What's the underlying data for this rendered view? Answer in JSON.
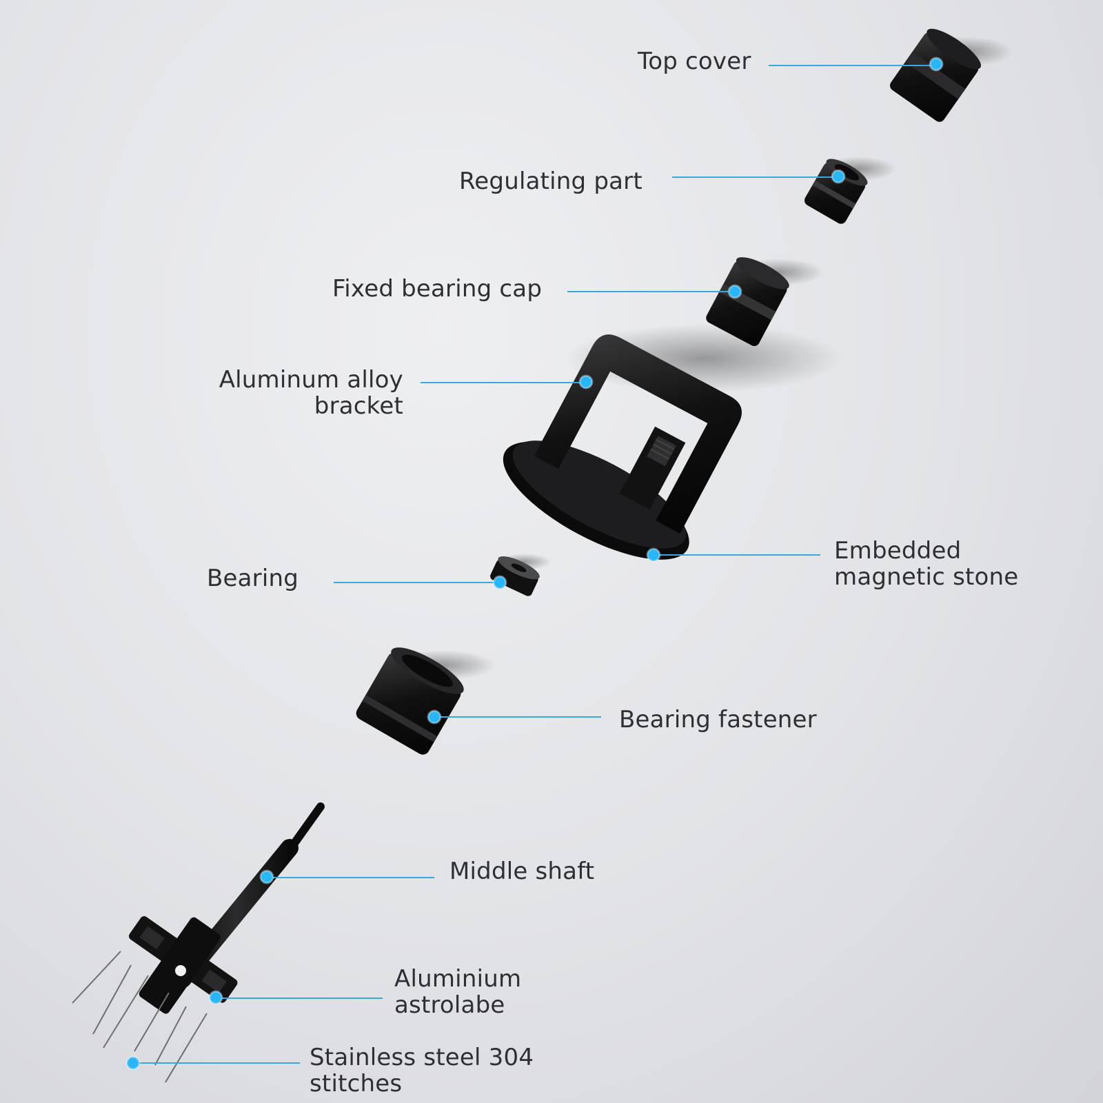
{
  "labels": {
    "top_cover": "Top cover",
    "regulating_part": "Regulating part",
    "fixed_bearing_cap": "Fixed bearing cap",
    "aluminum_alloy_bracket": {
      "line1": "Aluminum alloy",
      "line2": "bracket"
    },
    "bearing": "Bearing",
    "embedded_magnetic_stone": {
      "line1": "Embedded",
      "line2": "magnetic stone"
    },
    "bearing_fastener": "Bearing fastener",
    "middle_shaft": "Middle shaft",
    "aluminium_astrolabe": {
      "line1": "Aluminium",
      "line2": "astrolabe"
    },
    "stainless_steel_stitches": {
      "line1": "Stainless steel 304",
      "line2": "stitches"
    }
  },
  "colors": {
    "leader_line": "#3aa7e0",
    "marker_dot": "#29b6f6",
    "part": "#141414",
    "text": "#2e2f33"
  }
}
